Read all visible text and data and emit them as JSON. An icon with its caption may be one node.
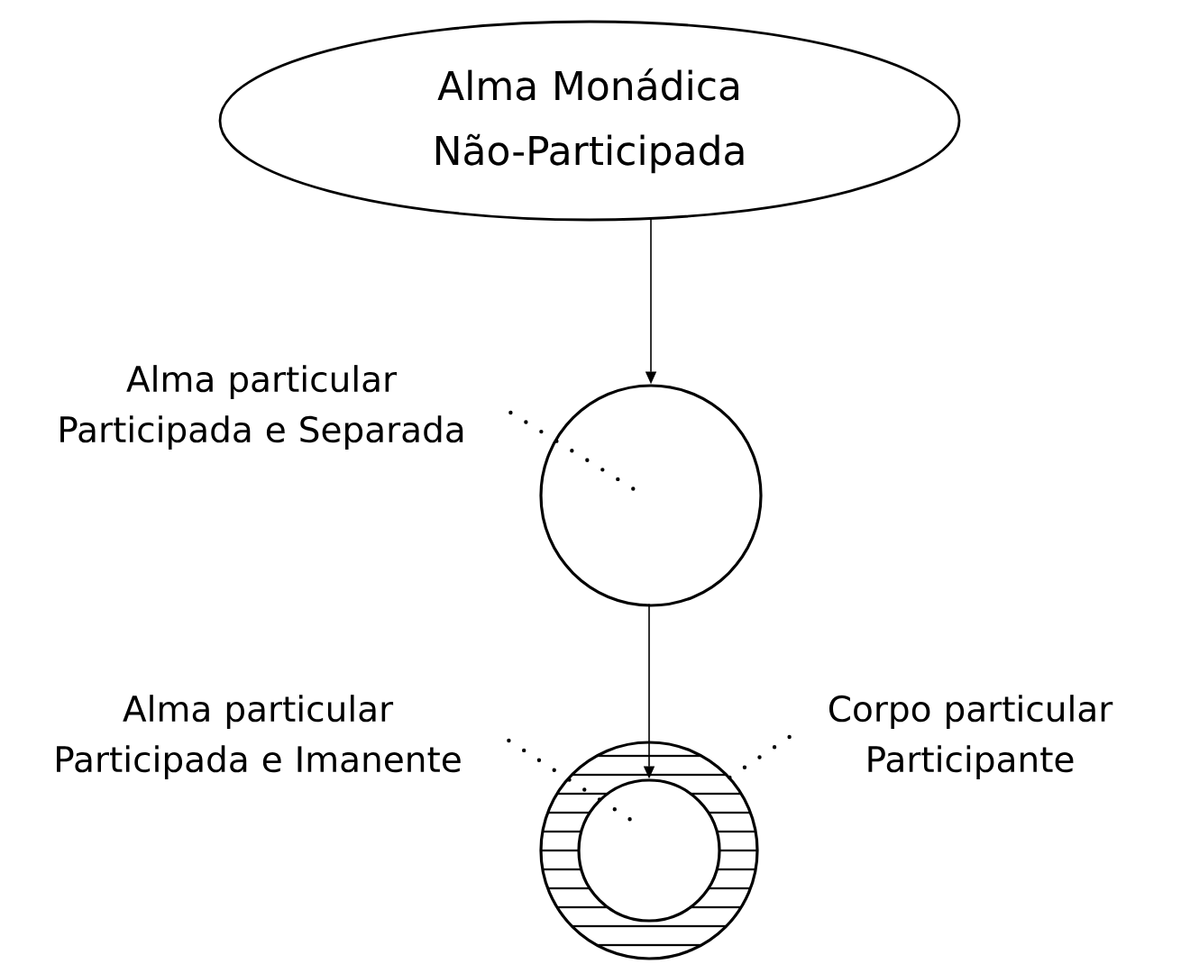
{
  "diagram": {
    "nodes": [
      {
        "text": [
          "Alma Monádica Não-Participada"
        ]
      },
      {
        "text": [
          "Alma particular Participada e Separada"
        ]
      },
      {
        "text": [],
        "shape": "circle"
      },
      {
        "text": [
          "Alma particular Participada e Imanente"
        ]
      },
      {
        "text": [
          "Corpo particular Participante"
        ]
      },
      {
        "text": [],
        "shape": "circle"
      },
      {
        "text": [],
        "shape": "circle",
        "in": 5
      }
    ],
    "edges": [
      {
        "from": 0,
        "to": 2,
        "arrow": "to"
      },
      {
        "from": 2,
        "to": 6,
        "arrow": "to"
      },
      {
        "from": 1,
        "to": 2,
        "arrow": "none",
        "style": "dashed"
      },
      {
        "from": 3,
        "to": 6,
        "arrow": "none",
        "style": "dashed"
      },
      {
        "from": 4,
        "to": 5,
        "arrow": "none",
        "style": "dashed"
      }
    ]
  }
}
